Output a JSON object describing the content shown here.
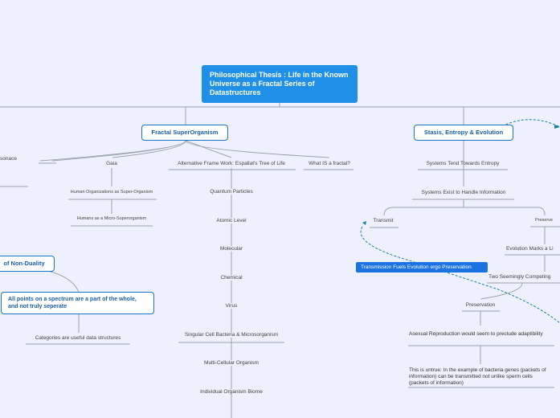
{
  "root": "Philosophical Thesis : Life in the Known Universe as a Fractal Series of Datastructures",
  "left_branch": {
    "title": "Fractal SuperOrganism",
    "partial_sonace": "sonace",
    "gaia": "Gaia",
    "alt_framework": "Alternative Frame Work: Espallat's Tree of Life",
    "what_is_fractal": "What IS a fractal?",
    "human_orgs": "Human Organizations as Super-Organism",
    "humans_micro": "Humans as a Micro-Superorganism",
    "levels": [
      "Quantum Particles",
      "Atomic Level",
      "Molecular",
      "Chemical",
      "Virus",
      "Singular Cell Bacteria & Microsorganism",
      "Multi-Cellular Organism",
      "Individual Organism Biome"
    ]
  },
  "nonduality": {
    "title_partial": "of Non-Duality",
    "spectrum": "All points on a spectrum are a part of the whole, and not truly seperate",
    "categories": "Categories are useful data structures"
  },
  "right_branch": {
    "title": "Stasis, Entropy & Evolution",
    "entropy": "Systems Tend Towards Entropy",
    "handle_info": "Systems Exist to Handle Information",
    "transmit": "Transmit",
    "preserve": "Preserve",
    "evolution_marks": "Evolution Marks a Li",
    "two_competing": "Two Seemingly Competing",
    "preservation": "Preservation",
    "asexual": "Asexual Reproduction would seem to preclude adaptibility",
    "untrue": "This is untrue: In the example of bacteria genes (packets of information) can be transmitted not unlike sperm cells (packets of information)",
    "transmission_fuels": "Transmission Fuels Evolution ergo Preservation"
  },
  "colors": {
    "background": "#eef1fb",
    "accent": "#1f8fe8",
    "line": "#9aa3ad",
    "dashed": "#1a7fa0"
  }
}
